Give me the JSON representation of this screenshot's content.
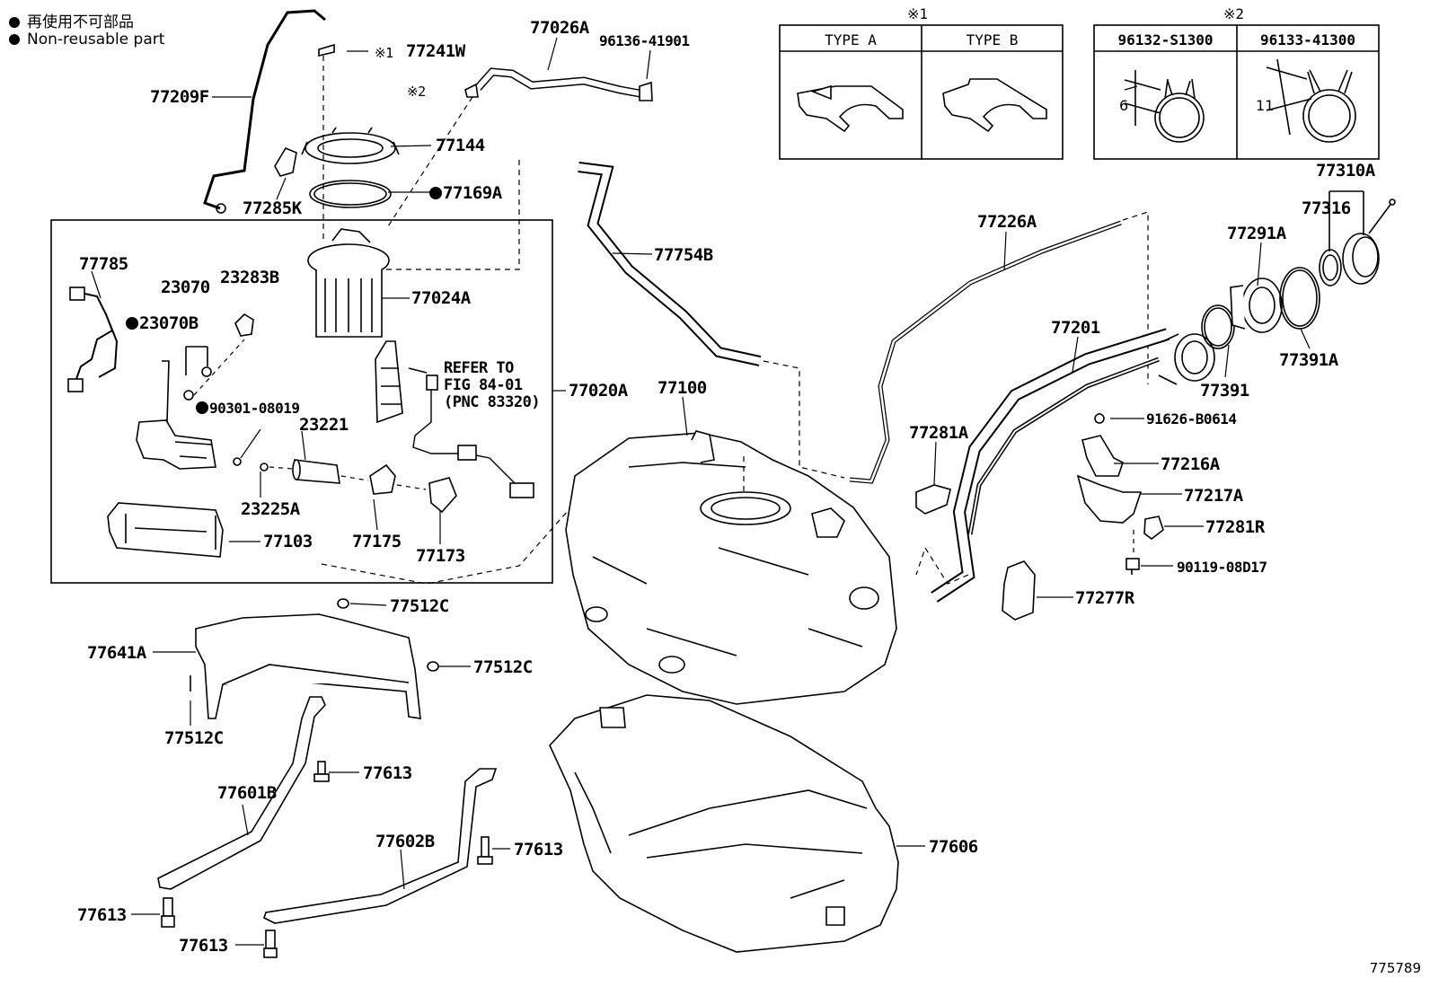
{
  "legend": {
    "japanese": "再使用不可部品",
    "english": "Non-reusable part"
  },
  "table1": {
    "mark": "※1",
    "col_a": "TYPE A",
    "col_b": "TYPE B"
  },
  "table2": {
    "mark": "※2",
    "col_a": "96132-S1300",
    "col_b": "96133-41300",
    "dim_a": "6",
    "dim_b": "11"
  },
  "note": {
    "line1": "REFER TO",
    "line2": "FIG 84-01",
    "line3": "(PNC 83320)"
  },
  "marks": {
    "m1": "※1",
    "m2": "※2"
  },
  "labels": {
    "p77209F": "77209F",
    "p77241W": "77241W",
    "p77026A": "77026A",
    "p96136": "96136-41901",
    "p77144": "77144",
    "p77169A": "77169A",
    "p77285K": "77285K",
    "p77785": "77785",
    "p23070": "23070",
    "p23283B": "23283B",
    "p23070B": "23070B",
    "p77024A": "77024A",
    "p90301": "90301-08019",
    "p23221": "23221",
    "p77020A": "77020A",
    "p23225A": "23225A",
    "p77103": "77103",
    "p77175": "77175",
    "p77173": "77173",
    "p77754B": "77754B",
    "p77100": "77100",
    "p77226A": "77226A",
    "p77201": "77201",
    "p77281A": "77281A",
    "p77310A": "77310A",
    "p77316": "77316",
    "p77291A": "77291A",
    "p77391A": "77391A",
    "p77391": "77391",
    "p91626": "91626-B0614",
    "p77216A": "77216A",
    "p77217A": "77217A",
    "p77281R": "77281R",
    "p90119": "90119-08D17",
    "p77277R": "77277R",
    "p77512C_1": "77512C",
    "p77641A": "77641A",
    "p77512C_2": "77512C",
    "p77512C_3": "77512C",
    "p77613_1": "77613",
    "p77601B": "77601B",
    "p77602B": "77602B",
    "p77613_2": "77613",
    "p77606": "77606",
    "p77613_3": "77613",
    "p77613_4": "77613"
  },
  "figure_id": "775789"
}
